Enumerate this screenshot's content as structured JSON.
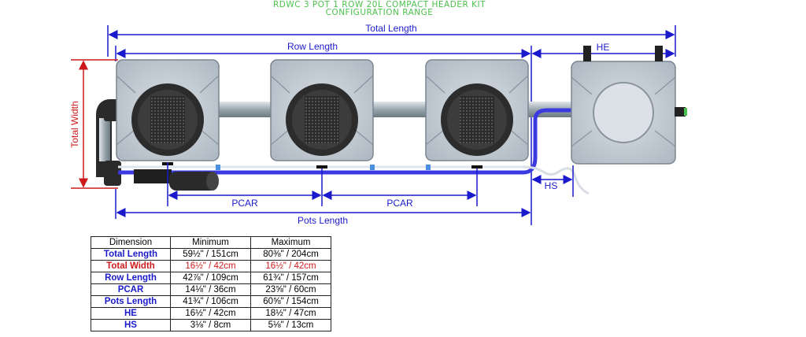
{
  "title": {
    "line1": "RDWC 3 POT 1 ROW 20L COMPACT HEADER KIT",
    "line2": "CONFIGURATION RANGE"
  },
  "labels": {
    "total_length": "Total Length",
    "row_length": "Row Length",
    "he": "HE",
    "total_width": "Total Width",
    "pcar": "PCAR",
    "pots_length": "Pots Length",
    "hs": "HS"
  },
  "table": {
    "headers": [
      "Dimension",
      "Minimum",
      "Maximum"
    ],
    "rows": [
      {
        "name": "Total Length",
        "min": "59½\" / 151cm",
        "max": "80⅜\" / 204cm",
        "highlight": false
      },
      {
        "name": "Total Width",
        "min": "16½\" / 42cm",
        "max": "16½\" / 42cm",
        "highlight": true
      },
      {
        "name": "Row Length",
        "min": "42⅞\" / 109cm",
        "max": "61¾\" / 157cm",
        "highlight": false
      },
      {
        "name": "PCAR",
        "min": "14⅛\" / 36cm",
        "max": "23⅝\" / 60cm",
        "highlight": false
      },
      {
        "name": "Pots Length",
        "min": "41¾\" / 106cm",
        "max": "60⅝\" / 154cm",
        "highlight": false
      },
      {
        "name": "HE",
        "min": "16½\" / 42cm",
        "max": "18½\" / 47cm",
        "highlight": false
      },
      {
        "name": "HS",
        "min": "3⅛\" / 8cm",
        "max": "5⅛\" / 13cm",
        "highlight": false
      }
    ]
  },
  "colors": {
    "title": "#4cc24c",
    "dimension_blue": "#1a1acc",
    "dimension_red": "#cc1a1a",
    "pot_body": "#c4ccd4",
    "pipe": "#9aa6ae",
    "water_line": "#3a3ae0"
  }
}
